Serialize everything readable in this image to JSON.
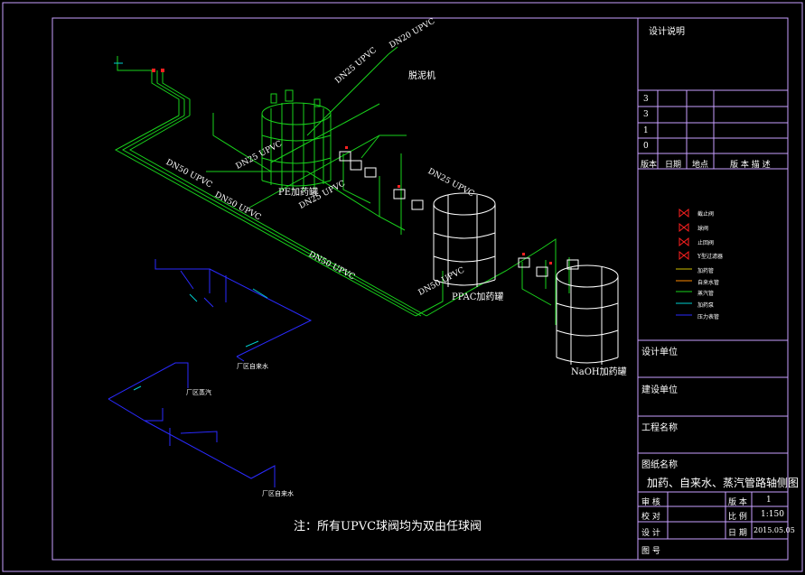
{
  "drawing": {
    "title_block": {
      "design_notes_label": "设计说明",
      "revision_rows": [
        "3",
        "3",
        "1",
        "0"
      ],
      "revision_header": [
        "版本",
        "日期",
        "地点",
        "版 本 描 述"
      ],
      "design_unit_label": "设计单位",
      "construction_unit_label": "建设单位",
      "project_name_label": "工程名称",
      "drawing_name_label": "图纸名称",
      "drawing_name": "加药、自来水、蒸汽管路轴侧图",
      "review_label": "审 核",
      "version_label": "版 本",
      "version_value": "1",
      "check_label": "校 对",
      "scale_label": "比 例",
      "scale_value": "1:150",
      "design_label": "设 计",
      "date_label": "日 期",
      "date_value": "2015.05.05",
      "drawing_no_label": "图 号"
    },
    "equipment": {
      "dewatering_machine": "脱泥机",
      "pe_tank": "PE加药罐",
      "ppac_tank": "PPAC加药罐",
      "naoh_tank": "NaOH加药罐"
    },
    "pipe_labels": {
      "dn50_upvc_1": "DN50 UPVC",
      "dn50_upvc_2": "DN50 UPVC",
      "dn50_upvc_3": "DN50 UPVC",
      "dn50_upvc_4": "DN50 UPVC",
      "dn25_upvc_1": "DN25 UPVC",
      "dn25_upvc_2": "DN25 UPVC",
      "dn25_upvc_3": "DN25 UPVC",
      "dn25_upvc_4": "DN25 UPVC",
      "dn20_upvc": "DN20 UPVC"
    },
    "blue_labels": {
      "water_source_1": "厂区自来水",
      "water_source_2": "厂区自来水",
      "steam_source": "厂区蒸汽"
    },
    "note": "注：所有UPVC球阀均为双由任球阀",
    "legend_items": [
      "截止阀",
      "球阀",
      "止回阀",
      "Y型过滤器",
      "加药管",
      "自来水管",
      "蒸汽管",
      "加药泵",
      "压力表管"
    ],
    "colors": {
      "background": "#000000",
      "frame": "#c8a0ff",
      "green": "#19d21c",
      "blue": "#2a2aff",
      "cyan": "#00d0d0",
      "white": "#ffffff",
      "red": "#ff2020",
      "yellow": "#d0c000"
    }
  }
}
